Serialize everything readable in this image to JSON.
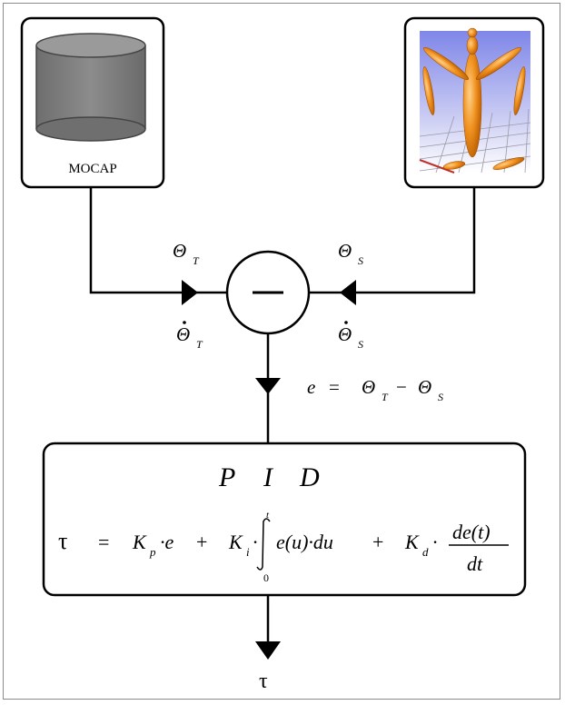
{
  "mocap": {
    "label": "MOCAP"
  },
  "inputs": {
    "theta_t": "Θ",
    "theta_t_sub": "T",
    "theta_s": "Θ",
    "theta_s_sub": "S"
  },
  "comparator": {
    "symbol": "—"
  },
  "error_eq": {
    "lhs": "e",
    "eq": "=",
    "t1": "Θ",
    "t1_sub": "T",
    "minus": "−",
    "t2": "Θ",
    "t2_sub": "S"
  },
  "pid": {
    "title_p": "P",
    "title_i": "I",
    "title_d": "D",
    "tau": "τ",
    "eq": "=",
    "kp": "K",
    "kp_sub": "p",
    "dot1": "·e",
    "plus1": "+",
    "ki": "K",
    "ki_sub": "i",
    "integrand": "e(u)·du",
    "upper": "t",
    "lower": "0",
    "plus2": "+",
    "kd": "K",
    "kd_sub": "d",
    "num": "de(t)",
    "den": "dt"
  },
  "output": {
    "tau": "τ"
  },
  "colors": {
    "cylinder": "#808080",
    "figure": "#e87b12",
    "line": "#000000"
  }
}
